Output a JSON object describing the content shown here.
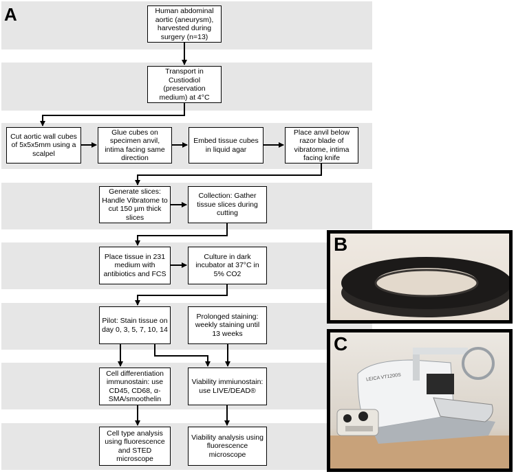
{
  "panels": {
    "a": "A",
    "b": "B",
    "c": "C"
  },
  "steps": {
    "harvest": "Human abdominal aortic (aneurysm), harvested during surgery (n=13)",
    "transport": "Transport in Custiodiol (preservation medium) at 4°C",
    "cut": "Cut aortic wall cubes of 5x5x5mm using a scalpel",
    "glue": "Glue cubes on specimen anvil, intima facing same direction",
    "embed": "Embed tissue cubes in liquid agar",
    "place_anvil": "Place anvil below razor blade of vibratome, intima facing knife",
    "generate": "Generate slices: Handle Vibratome to cut 150 µm thick slices",
    "collection": "Collection: Gather tissue slices during cutting",
    "place_tissue": "Place tissue in 231 medium with antibiotics and FCS",
    "culture": "Culture in dark incubator at 37°C in 5% CO2",
    "pilot": "Pilot: Stain tissue on day 0, 3, 5, 7, 10, 14",
    "prolonged": "Prolonged staining: weekly staining until 13 weeks",
    "cell_diff": "Cell differentiation immunostain: use CD45, CD68, α-SMA/smoothelin",
    "viability_stain": "Viability immiunostain: use LIVE/DEAD®",
    "cell_type_analysis": "Cell type analysis using fluorescence and STED microscope",
    "viability_analysis": "Viability analysis using fluorescence microscope"
  },
  "photos": {
    "vibratome_label": "LEICA VT1200S"
  },
  "colors": {
    "band": "#e6e6e6",
    "box_border": "#000000",
    "arrow": "#000000"
  }
}
